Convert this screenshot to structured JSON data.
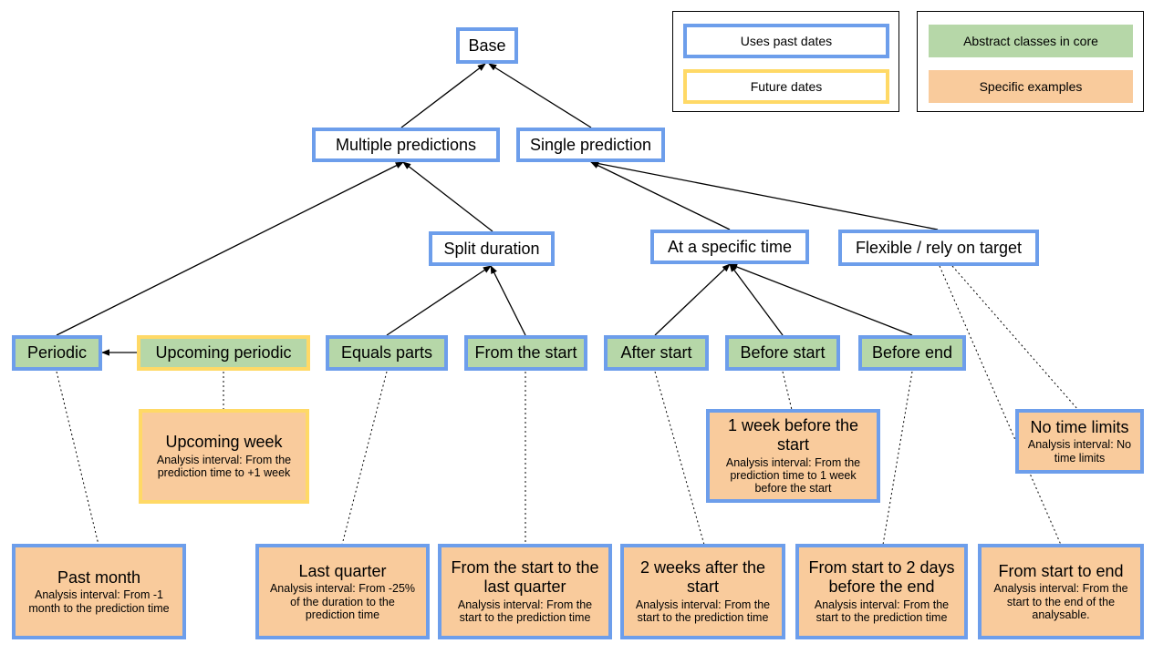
{
  "legend_borders": {
    "past": "Uses past dates",
    "future": "Future dates"
  },
  "legend_fills": {
    "abstract": "Abstract classes in core",
    "specific": "Specific examples"
  },
  "colors": {
    "blue_border": "#6d9eeb",
    "yellow_border": "#ffd966",
    "green_fill": "#b6d7a8",
    "orange_fill": "#f9cb9c"
  },
  "nodes": {
    "base": "Base",
    "multiple": "Multiple predictions",
    "single": "Single prediction",
    "split": "Split duration",
    "specific_time": "At a specific time",
    "flexible": "Flexible / rely on target",
    "periodic": "Periodic",
    "upcoming_periodic": "Upcoming periodic",
    "equal_parts": "Equals parts",
    "from_start": "From the start",
    "after_start": "After start",
    "before_start": "Before start",
    "before_end": "Before end"
  },
  "examples": {
    "upcoming_week": {
      "title": "Upcoming week",
      "desc": "Analysis interval: From the prediction time to +1 week"
    },
    "week_before_start": {
      "title": "1 week before the start",
      "desc": "Analysis interval: From the prediction time to 1 week before the start"
    },
    "no_time_limits": {
      "title": "No time limits",
      "desc": "Analysis interval: No time limits"
    },
    "past_month": {
      "title": "Past month",
      "desc": "Analysis interval: From -1 month to the prediction time"
    },
    "last_quarter": {
      "title": "Last quarter",
      "desc": "Analysis interval: From -25% of the duration to the prediction time"
    },
    "start_to_last_quarter": {
      "title": "From the start to the last quarter",
      "desc": "Analysis interval: From the start to the prediction time"
    },
    "two_weeks_after_start": {
      "title": "2 weeks after the start",
      "desc": "Analysis interval: From the start to the prediction time"
    },
    "start_to_2_days_before_end": {
      "title": "From start to 2 days before the end",
      "desc": "Analysis interval: From the start to the prediction time"
    },
    "start_to_end": {
      "title": "From start to end",
      "desc": "Analysis interval: From the start to the end of the analysable."
    }
  }
}
